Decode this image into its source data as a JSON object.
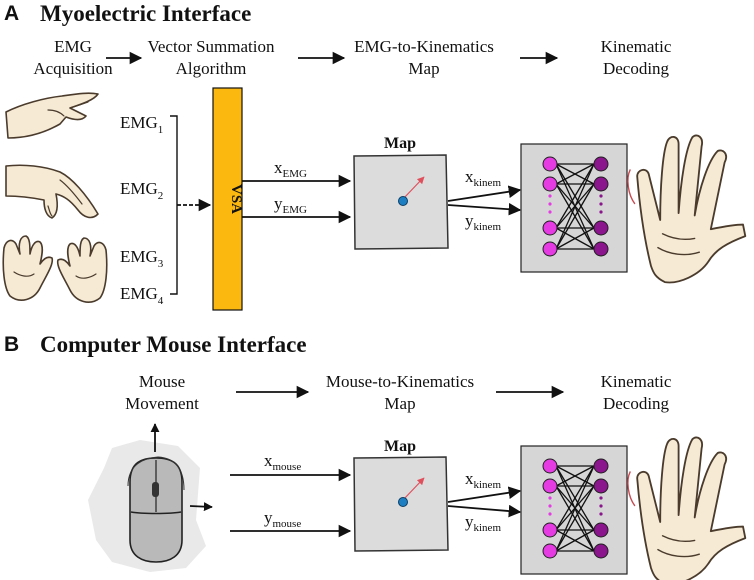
{
  "panel_a": {
    "letter": "A",
    "title": "Myoelectric Interface",
    "stages": [
      {
        "line1": "EMG",
        "line2": "Acquisition"
      },
      {
        "line1": "Vector Summation",
        "line2": "Algorithm"
      },
      {
        "line1": "EMG-to-Kinematics",
        "line2": "Map"
      },
      {
        "line1": "Kinematic",
        "line2": "Decoding"
      }
    ],
    "emg_channels": [
      {
        "base": "EMG",
        "sub": "1"
      },
      {
        "base": "EMG",
        "sub": "2"
      },
      {
        "base": "EMG",
        "sub": "3"
      },
      {
        "base": "EMG",
        "sub": "4"
      }
    ],
    "vsa_label": "VSA",
    "signals_in": [
      {
        "base": "x",
        "sub": "EMG"
      },
      {
        "base": "y",
        "sub": "EMG"
      }
    ],
    "map_title": "Map",
    "signals_out": [
      {
        "base": "x",
        "sub": "kinem"
      },
      {
        "base": "y",
        "sub": "kinem"
      }
    ]
  },
  "panel_b": {
    "letter": "B",
    "title": "Computer Mouse Interface",
    "stages": [
      {
        "line1": "Mouse",
        "line2": "Movement"
      },
      {
        "line1": "Mouse-to-Kinematics",
        "line2": "Map"
      },
      {
        "line1": "Kinematic",
        "line2": "Decoding"
      }
    ],
    "signals_in": [
      {
        "base": "x",
        "sub": "mouse"
      },
      {
        "base": "y",
        "sub": "mouse"
      }
    ],
    "map_title": "Map",
    "signals_out": [
      {
        "base": "x",
        "sub": "kinem"
      },
      {
        "base": "y",
        "sub": "kinem"
      }
    ]
  },
  "colors": {
    "vsa_bar": "#fbb80f",
    "map_fill": "#dcdcdc",
    "network_fill": "#d6d6d6",
    "input_node": "#e43be3",
    "output_node": "#8a158c",
    "cursor": "#1d7fc2",
    "direction_arrow": "#e0505c"
  }
}
